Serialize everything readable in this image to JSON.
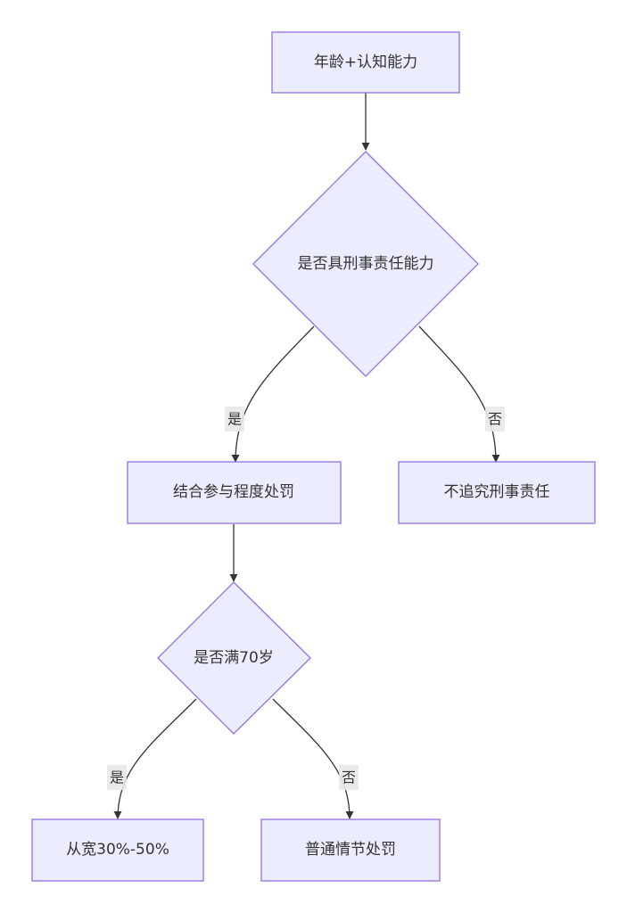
{
  "nodes": {
    "age_cognition": "年龄+认知能力",
    "criminal_capacity": "是否具刑事责任能力",
    "combine_participation": "结合参与程度处罚",
    "no_liability": "不追究刑事责任",
    "over_70": "是否满70岁",
    "lenient": "从宽30%-50%",
    "ordinary": "普通情节处罚"
  },
  "edges": {
    "capacity_yes": "是",
    "capacity_no": "否",
    "age70_yes": "是",
    "age70_no": "否"
  }
}
